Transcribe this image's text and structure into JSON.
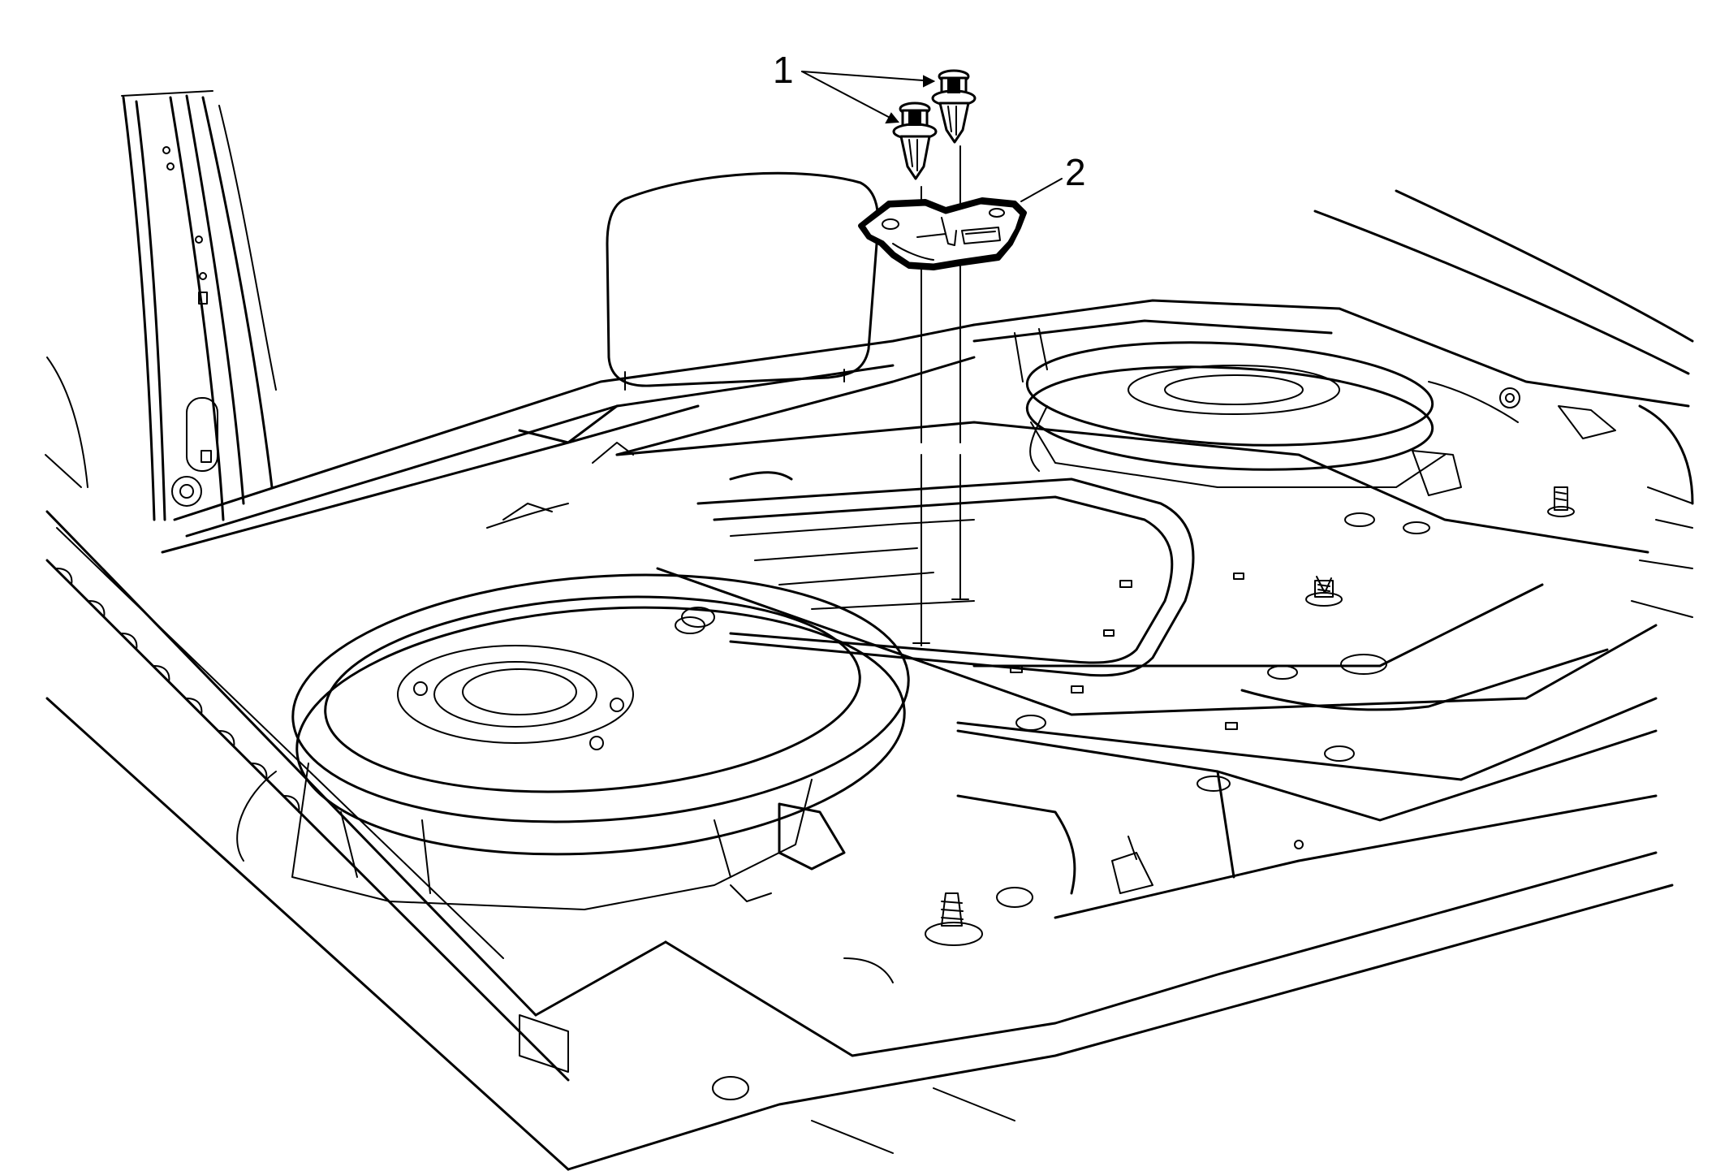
{
  "callouts": [
    {
      "id": "1",
      "label": "1"
    },
    {
      "id": "2",
      "label": "2"
    }
  ],
  "colors": {
    "line": "#000000",
    "background": "#ffffff"
  },
  "icons": [
    "push-pin-retainer-icon",
    "bracket-icon",
    "speaker-icon"
  ]
}
